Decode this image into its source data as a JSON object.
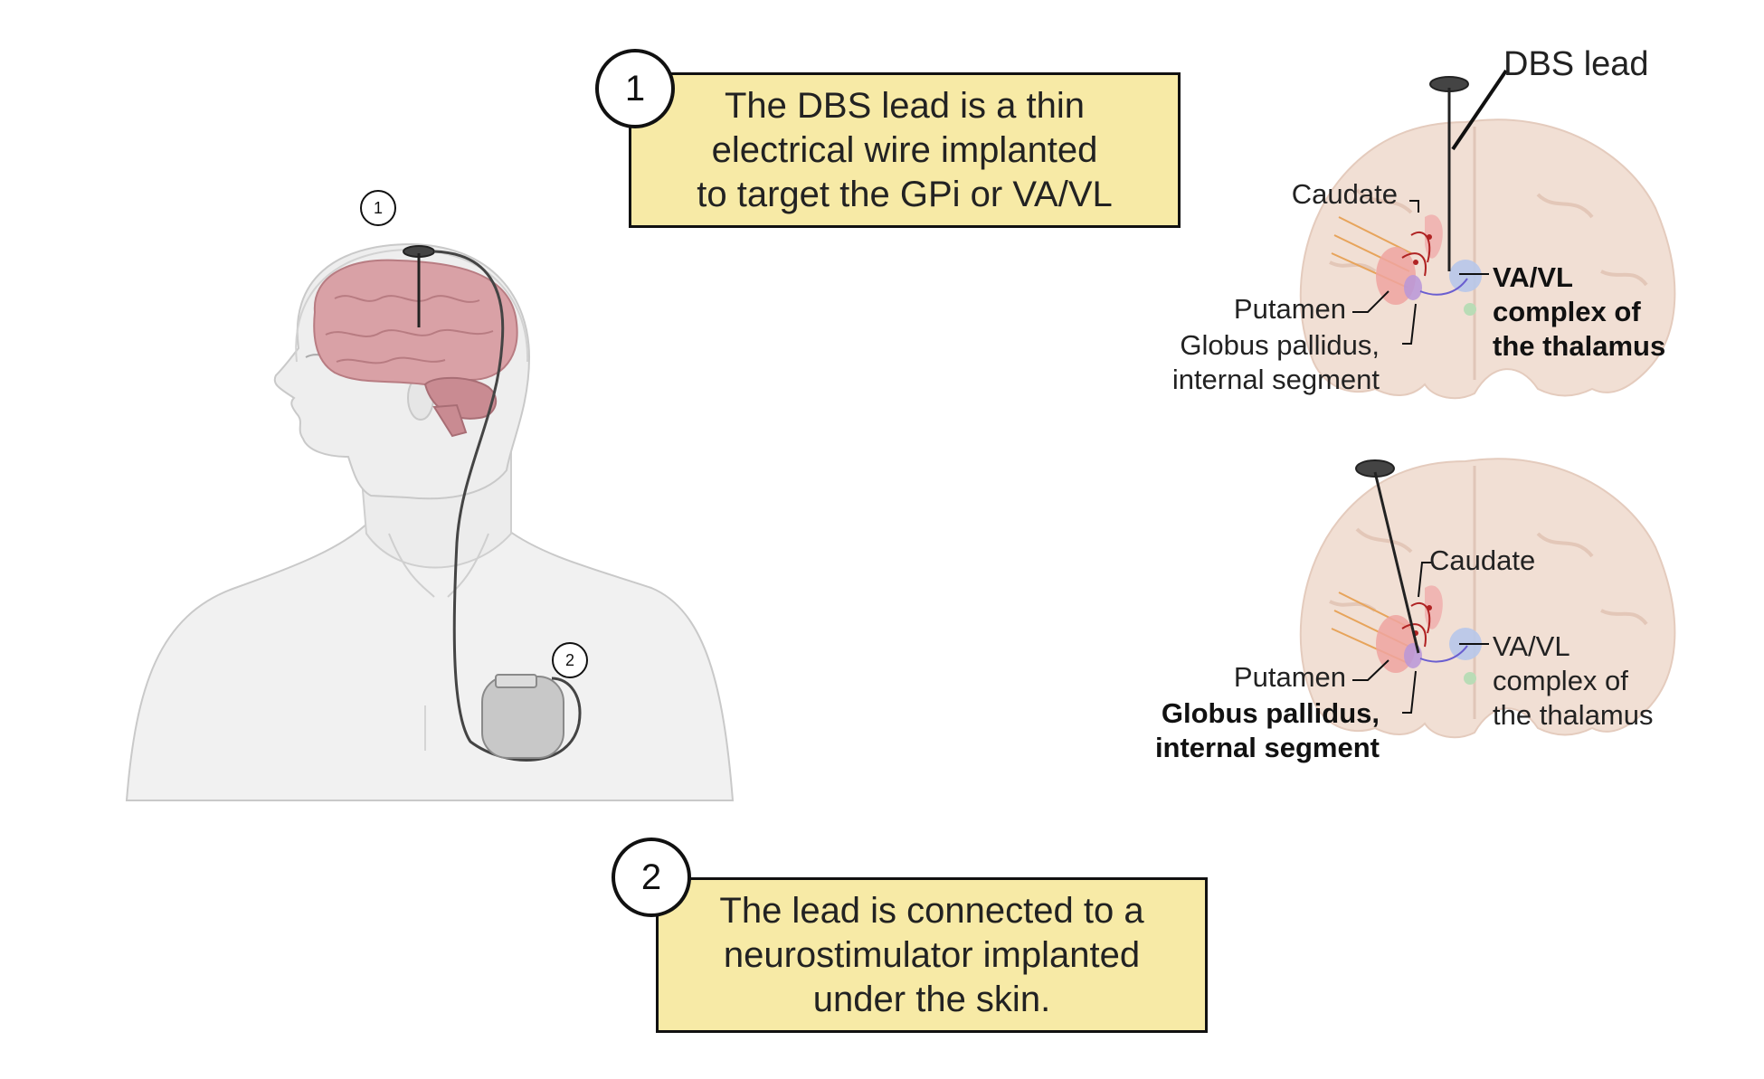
{
  "callouts": [
    {
      "number": "1",
      "lines": [
        "The DBS lead is a thin",
        "electrical wire implanted",
        "to target the GPi or VA/VL"
      ]
    },
    {
      "number": "2",
      "lines": [
        "The lead is connected to a",
        "neurostimulator implanted",
        "under the skin."
      ]
    }
  ],
  "figure_markers": {
    "head": "1",
    "chest": "2"
  },
  "panel_top": {
    "dbs_lead": "DBS lead",
    "caudate": "Caudate",
    "putamen": "Putamen",
    "gpi": [
      "Globus pallidus,",
      "internal segment"
    ],
    "vavl": [
      "VA/VL",
      "complex of",
      "the thalamus"
    ]
  },
  "panel_bottom": {
    "caudate": "Caudate",
    "putamen": "Putamen",
    "gpi": [
      "Globus pallidus,",
      "internal segment"
    ],
    "vavl": [
      "VA/VL",
      "complex of",
      "the thalamus"
    ]
  },
  "colors": {
    "box_fill": "#f7eaa6",
    "brain": "#d9a1a6",
    "body": "#efefef",
    "section": "#f1dfd4"
  }
}
